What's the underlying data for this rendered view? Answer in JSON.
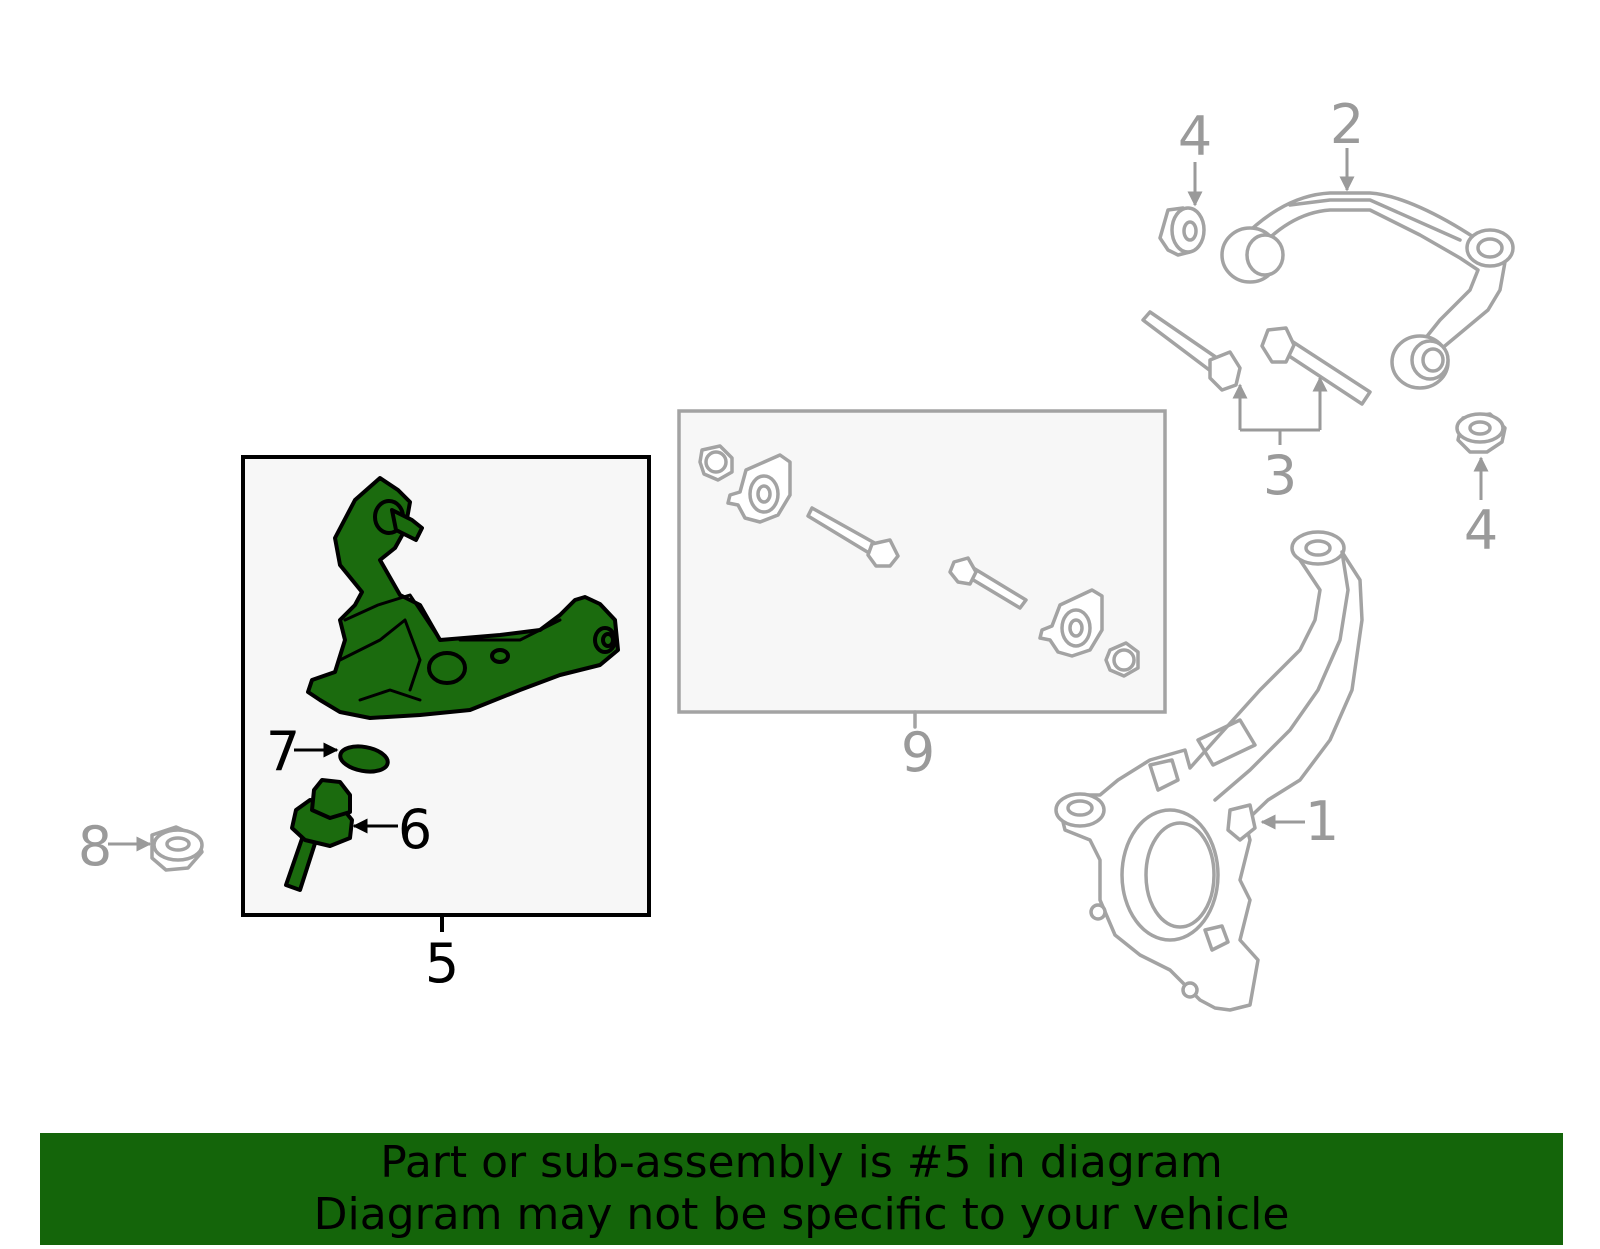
{
  "banner": {
    "line1": "Part or sub-assembly is #5 in diagram",
    "line2": "Diagram may not be specific to your vehicle"
  },
  "colors": {
    "highlight": "#1b6b0e",
    "banner": "#14650a",
    "other_parts": "#a3a3a3",
    "box_fill": "#f7f7f7"
  },
  "callouts": {
    "c1": "1",
    "c2": "2",
    "c3": "3",
    "c4a": "4",
    "c4b": "4",
    "c5": "5",
    "c6": "6",
    "c7": "7",
    "c8": "8",
    "c9": "9"
  }
}
